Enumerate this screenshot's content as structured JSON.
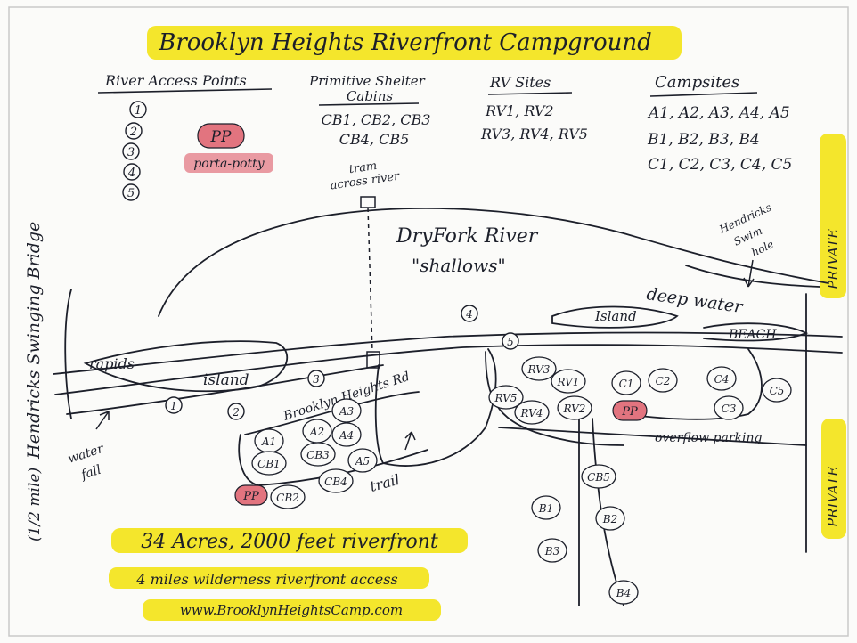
{
  "title": "Brooklyn Heights Riverfront Campground",
  "legend": {
    "river_access": {
      "heading": "River Access Points",
      "items": [
        "1",
        "2",
        "3",
        "4",
        "5"
      ]
    },
    "shelters": {
      "heading_line1": "Primitive Shelter",
      "heading_line2": "Cabins",
      "rows": [
        "CB1, CB2, CB3",
        "CB4, CB5"
      ]
    },
    "rv": {
      "heading": "RV Sites",
      "rows": [
        "RV1, RV2",
        "RV3, RV4, RV5"
      ]
    },
    "campsites": {
      "heading": "Campsites",
      "rows": [
        "A1, A2, A3, A4, A5",
        "B1, B2, B3, B4",
        "C1, C2, C3, C4, C5"
      ]
    },
    "pp": {
      "badge": "PP",
      "label": "porta-potty"
    }
  },
  "features": {
    "tram_line1": "tram",
    "tram_line2": "across river",
    "river_name": "DryFork River",
    "shallows": "\"shallows\"",
    "swim_line1": "Hendricks",
    "swim_line2": "Swim",
    "swim_line3": "hole",
    "deep_water": "deep water",
    "island_left": "island",
    "island_right": "Island",
    "beach": "BEACH",
    "rapids": "rapids",
    "road": "Brooklyn Heights Rd",
    "trail": "trail",
    "waterfall_line1": "water",
    "waterfall_line2": "fall",
    "overflow": "overflow parking",
    "private": "PRIVATE",
    "bridge": "Hendricks Swinging Bridge",
    "bridge_distance": "(1/2 mile)"
  },
  "access_points": [
    "1",
    "2",
    "3",
    "4",
    "5"
  ],
  "sites": {
    "a_group": [
      "A1",
      "A2",
      "A3",
      "A4",
      "A5"
    ],
    "cabins": [
      "CB1",
      "CB2",
      "CB3",
      "CB4",
      "CB5"
    ],
    "rv": [
      "RV1",
      "RV2",
      "RV3",
      "RV4",
      "RV5"
    ],
    "c_group": [
      "C1",
      "C2",
      "C3",
      "C4",
      "C5"
    ],
    "b_group": [
      "B1",
      "B2",
      "B3",
      "B4"
    ],
    "porta_potty": "PP"
  },
  "footer": {
    "line1": "34 Acres, 2000 feet riverfront",
    "line2": "4 miles wilderness riverfront access",
    "line3": "www.BrooklynHeightsCamp.com"
  },
  "colors": {
    "highlight": "#f4e62c",
    "pp_fill": "#e2747f",
    "ink": "#1c1f2a"
  }
}
